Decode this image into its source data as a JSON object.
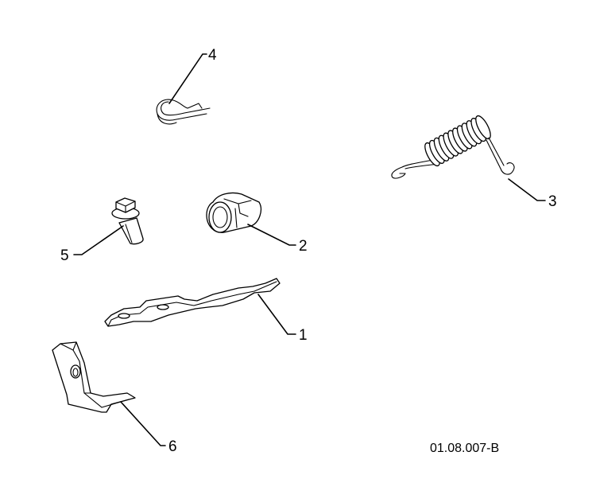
{
  "callouts": [
    {
      "id": "1",
      "label": "1"
    },
    {
      "id": "2",
      "label": "2"
    },
    {
      "id": "3",
      "label": "3"
    },
    {
      "id": "4",
      "label": "4"
    },
    {
      "id": "5",
      "label": "5"
    },
    {
      "id": "6",
      "label": "6"
    }
  ],
  "reference_code": "01.08.007-B"
}
